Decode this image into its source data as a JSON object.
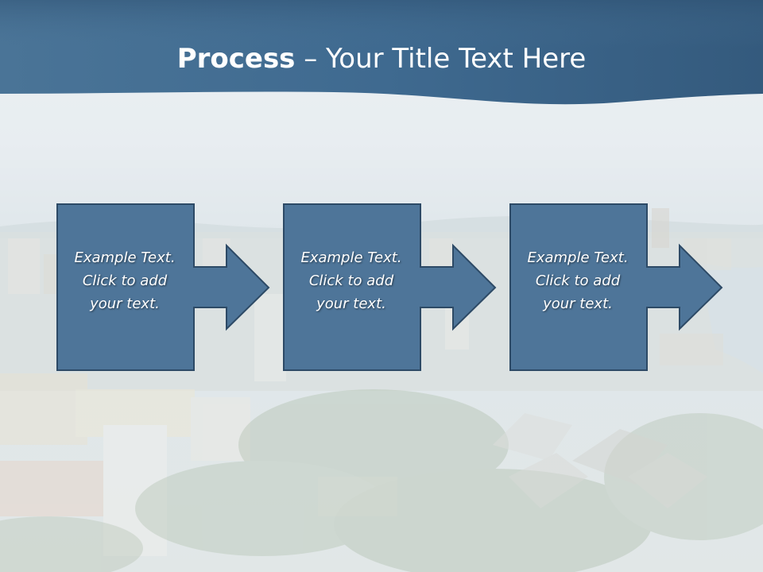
{
  "slide": {
    "title_bold": "Process",
    "title_rest": " – Your Title Text Here",
    "colors": {
      "header": "#41678c",
      "box_fill": "#4e7599",
      "box_border": "#2d4a66"
    },
    "steps": [
      {
        "line1": "Example Text.",
        "line2": "Click  to add",
        "line3": "your text."
      },
      {
        "line1": "Example Text.",
        "line2": "Click  to add",
        "line3": "your text."
      },
      {
        "line1": "Example Text.",
        "line2": "Click  to add",
        "line3": "your text."
      }
    ]
  }
}
